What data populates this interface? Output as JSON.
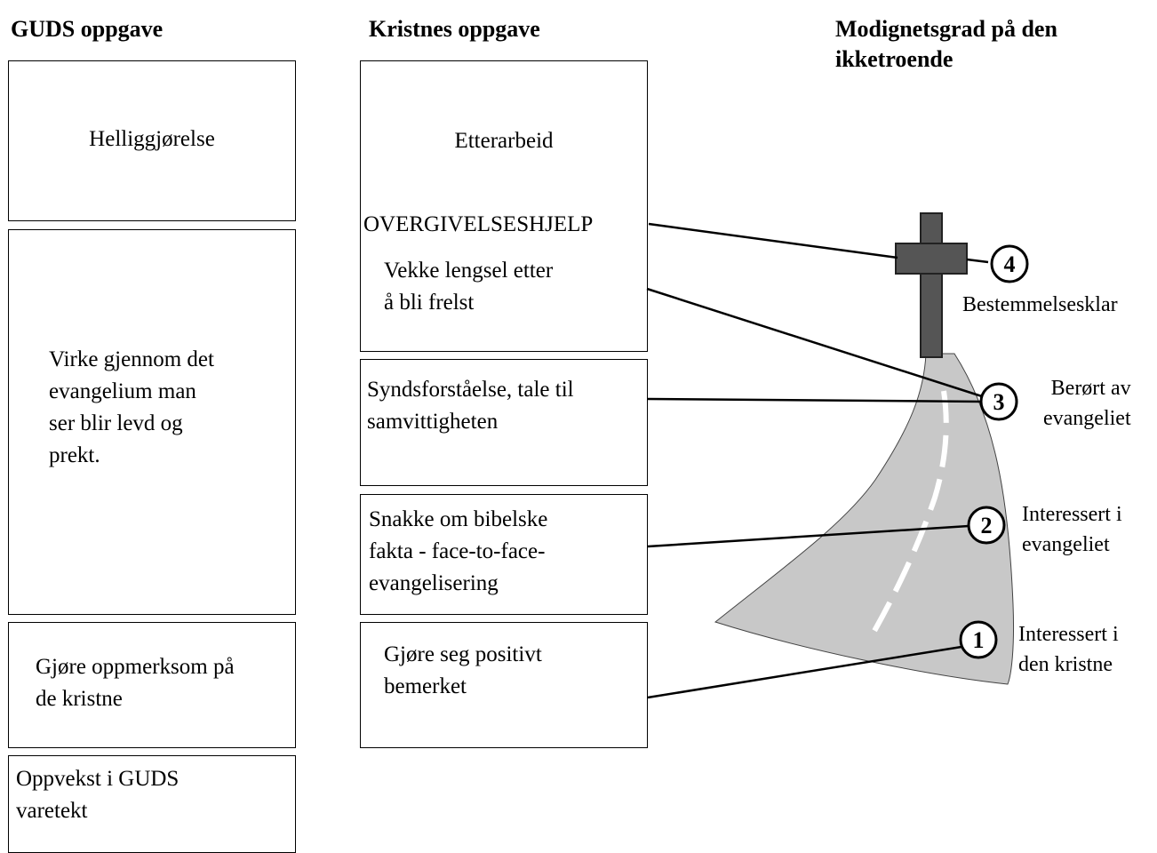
{
  "headers": {
    "gud": "GUDS oppgave",
    "kristen": "Kristnes oppgave",
    "modning": "Modignetsgrad på den\nikketroende"
  },
  "gud_boxes": [
    "Helliggjørelse",
    "Virke gjennom det\nevangelium man\nser blir levd og\nprekt.",
    "Gjøre oppmerksom på\nde kristne",
    "Oppvekst i GUDS\nvaretekt"
  ],
  "kristen_boxes": [
    "Etterarbeid",
    "OVERGIVELSESHJELP",
    "Vekke lengsel etter\nå bli frelst",
    "Syndsforståelse, tale til\nsamvittigheten",
    "Snakke om bibelske\nfakta - face-to-face-\nevangelisering",
    "Gjøre seg positivt\nbemerket"
  ],
  "steps": [
    {
      "num": "1",
      "label": "Interessert i\nden kristne"
    },
    {
      "num": "2",
      "label": "Interessert i\nevangeliet"
    },
    {
      "num": "3",
      "label": "Berørt av\nevangeliet"
    },
    {
      "num": "4",
      "label": "Bestemmelsesklar"
    }
  ],
  "colors": {
    "road": "#c8c8c8",
    "cross": "#555555",
    "line": "#000000"
  }
}
